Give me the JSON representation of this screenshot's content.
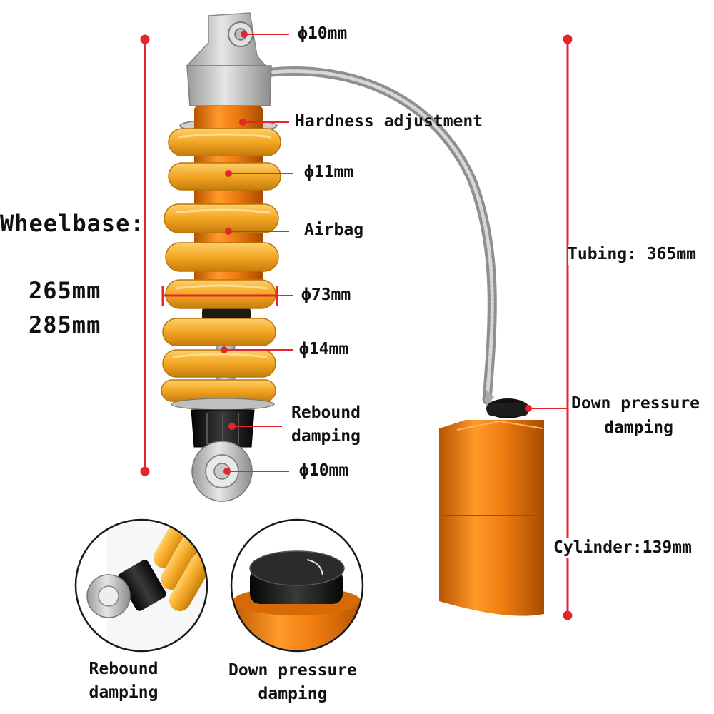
{
  "wheelbase": {
    "title": "Wheelbase:",
    "value_a": "265mm",
    "value_b": "285mm"
  },
  "callouts": {
    "top_eye": "ϕ10mm",
    "hardness": "Hardness adjustment",
    "spring_wire": "ϕ11mm",
    "airbag": "Airbag",
    "spring_outer": "ϕ73mm",
    "shaft": "ϕ14mm",
    "rebound_line1": "Rebound",
    "rebound_line2": "damping",
    "bottom_eye": "ϕ10mm",
    "down_line1": "Down pressure",
    "down_line2": "damping"
  },
  "measures": {
    "tubing": "Tubing: 365mm",
    "cylinder": "Cylinder:139mm"
  },
  "insets": {
    "left_line1": "Rebound",
    "left_line2": "damping",
    "right_line1": "Down pressure",
    "right_line2": "damping"
  },
  "colors": {
    "accent_red": "#e3262e",
    "spring_yellow": "#f2a623",
    "body_orange": "#e8780f",
    "aluminium": "#c9c9c9",
    "knob_black": "#1c1c1c"
  }
}
